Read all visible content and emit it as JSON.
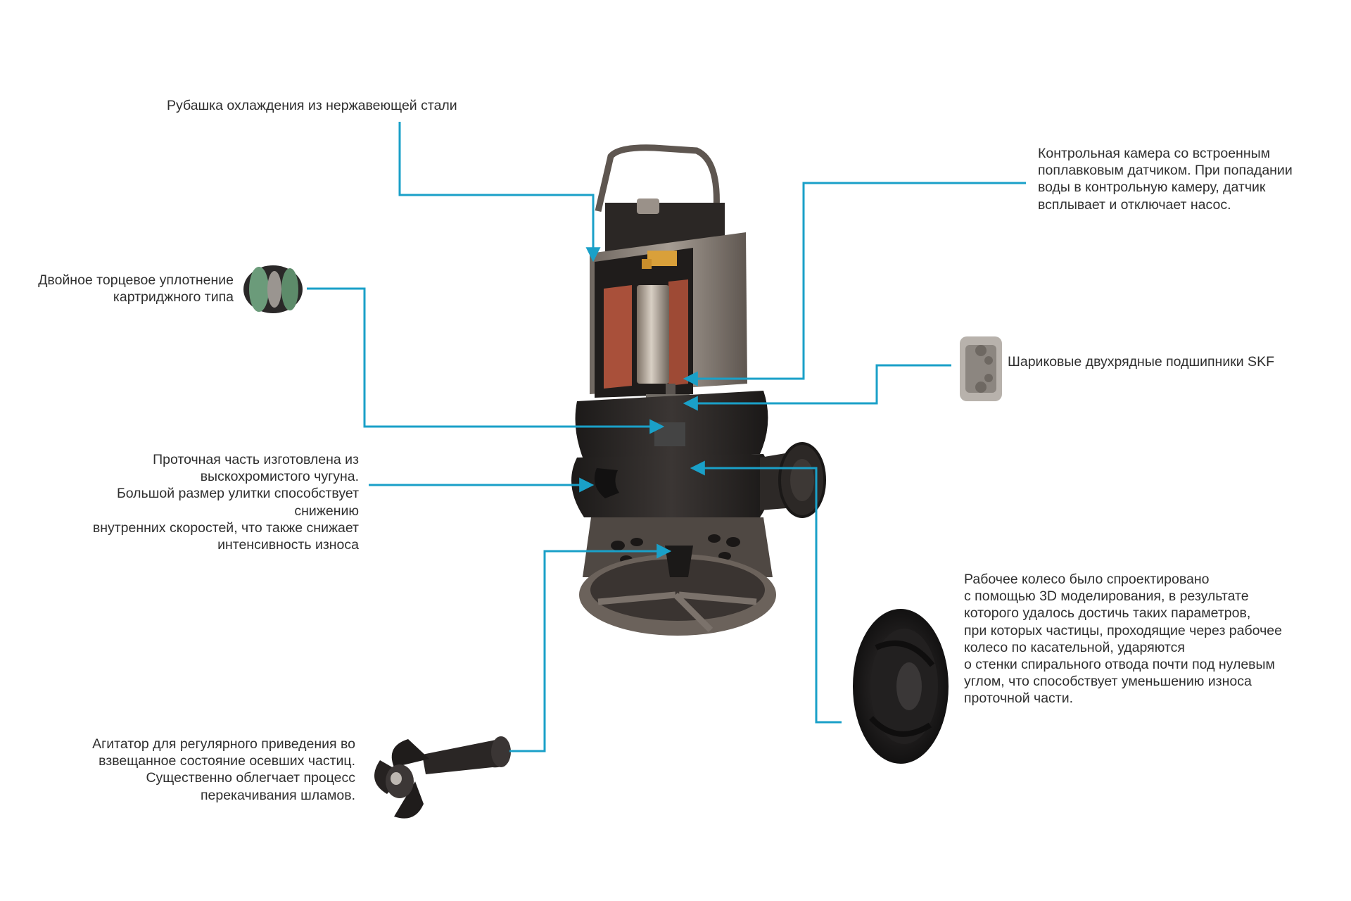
{
  "colors": {
    "leader": "#1aa0c8",
    "text": "#2f2f2f",
    "pump_dark": "#2a2624",
    "steel": "#8c857e",
    "copper": "#b0563a",
    "brass": "#d9a03a"
  },
  "callouts": {
    "cooling_jacket": "Рубашка охлаждения из нержавеющей стали",
    "control_chamber": "Контрольная камера со встроенным\nпоплавковым датчиком. При попадании\nводы в контрольную камеру, датчик\nвсплывает и отключает насос.",
    "mechanical_seal": "Двойное торцевое уплотнение\nкартриджного типа",
    "bearings": "Шариковые двухрядные подшипники SKF",
    "hydraulic_part": "Проточная часть изготовлена из\nвыскохромистого чугуна.\nБольшой размер улитки способствует\nснижению\nвнутренних скоростей, что также снижает\nинтенсивность износа",
    "impeller": "Рабочее колесо было спроектировано\nс помощью 3D моделирования, в результате\nкоторого удалось достичь таких параметров,\nпри которых частицы, проходящие через рабочее\nколесо по касательной, ударяются\nо стенки спирального отвода почти под нулевым\nуглом, что способствует уменьшению износа\nпроточной части.",
    "agitator": "Агитатор для регулярного приведения во\nвзвещанное состояние осевших частиц.\nСущественно облегчает процесс\nперекачивания шламов."
  }
}
